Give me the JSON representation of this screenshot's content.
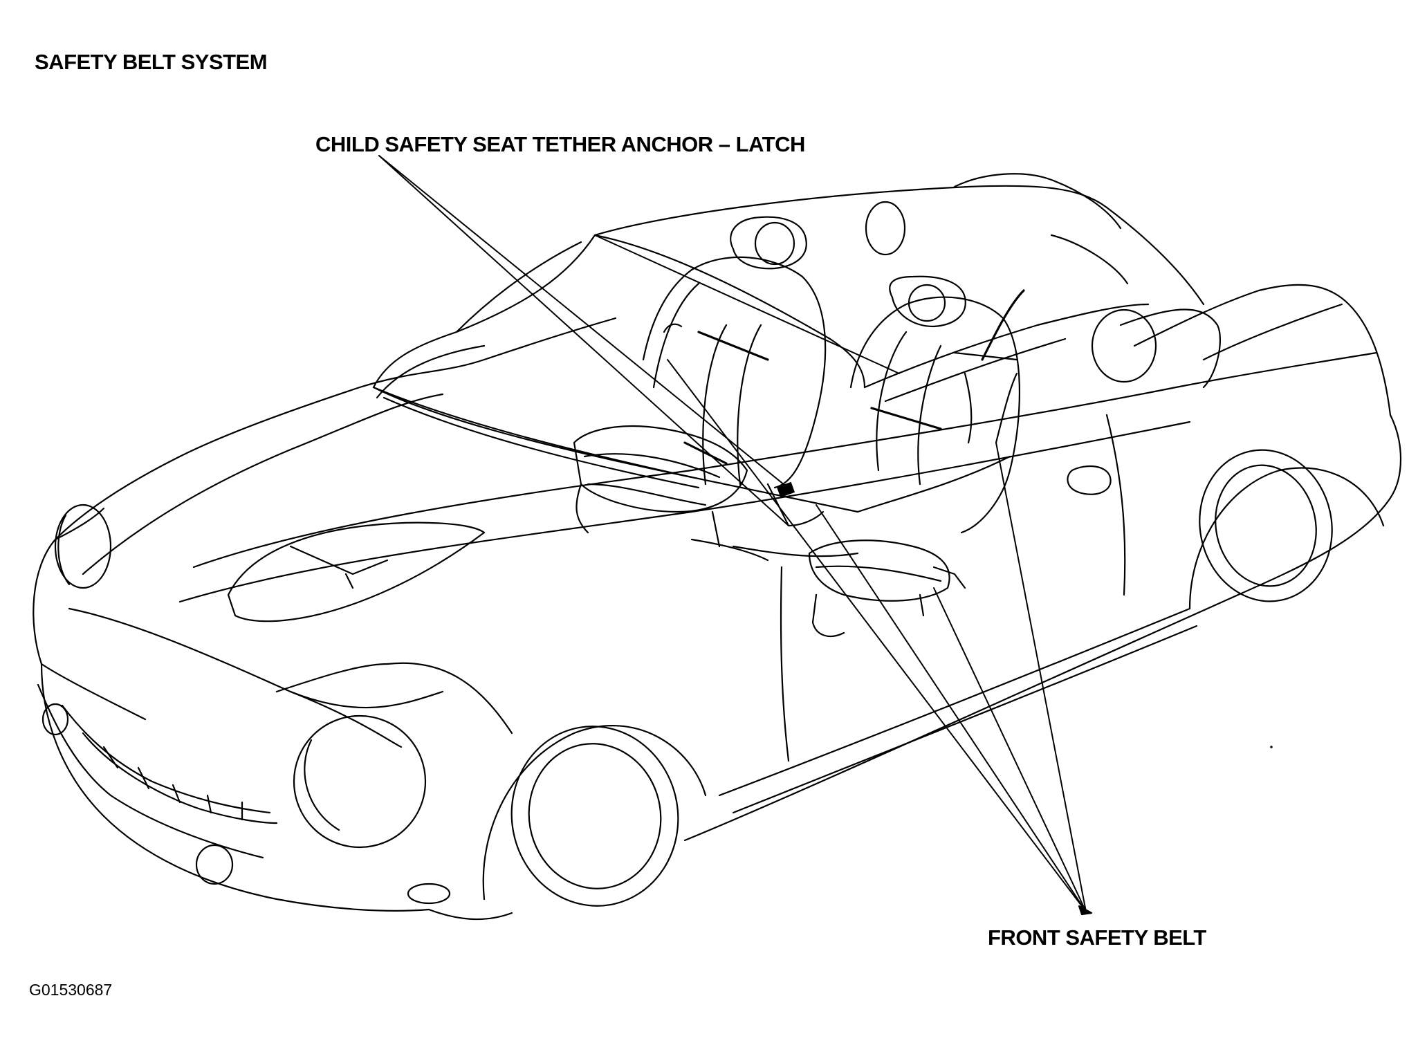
{
  "diagram": {
    "title": "SAFETY BELT SYSTEM",
    "callouts": {
      "child_anchor": "CHILD SAFETY SEAT TETHER ANCHOR – LATCH",
      "front_belt": "FRONT SAFETY BELT"
    },
    "figure_id": "G01530687"
  }
}
